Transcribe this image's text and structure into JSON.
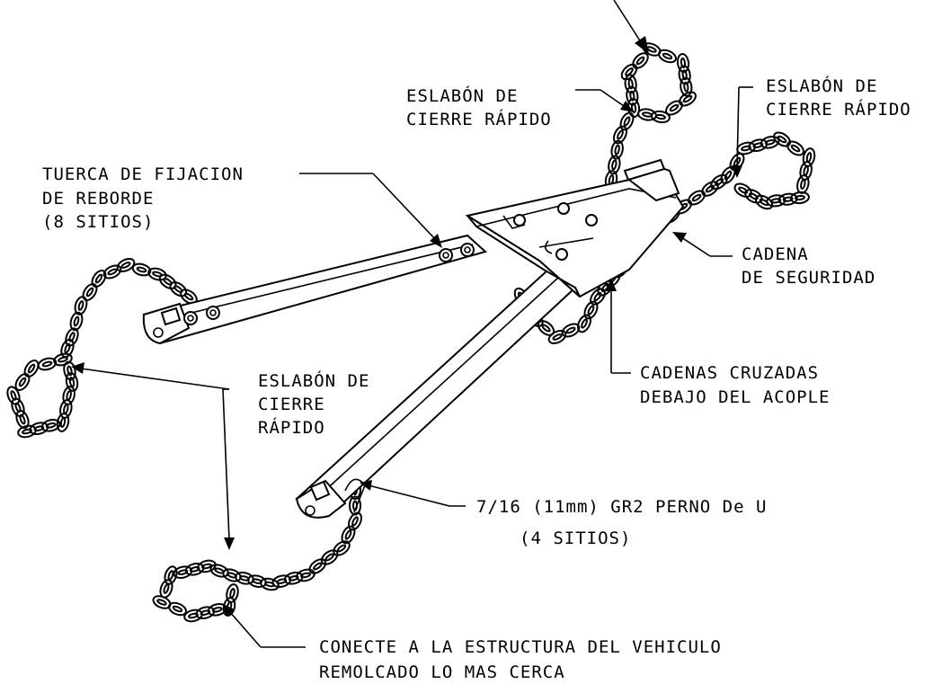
{
  "labels": {
    "quick_link_top": [
      "ESLABÓN DE",
      "CIERRE RÁPIDO"
    ],
    "quick_link_right": [
      "ESLABÓN DE",
      "CIERRE RÁPIDO"
    ],
    "flange_nut": [
      "TUERCA DE FIJACION",
      "DE REBORDE",
      "(8 SITIOS)"
    ],
    "safety_chain": [
      "CADENA",
      "DE SEGURIDAD"
    ],
    "crossed_chains": [
      "CADENAS CRUZADAS",
      "DEBAJO DEL ACOPLE"
    ],
    "quick_link_left": [
      "ESLABÓN DE",
      "CIERRE",
      "RÁPIDO"
    ],
    "u_bolt": [
      "7/16 (11mm) GR2 PERNO De U",
      "(4 SITIOS)"
    ],
    "connect": [
      "CONECTE A LA ESTRUCTURA DEL VEHICULO",
      "REMOLCADO LO MAS CERCA"
    ]
  }
}
